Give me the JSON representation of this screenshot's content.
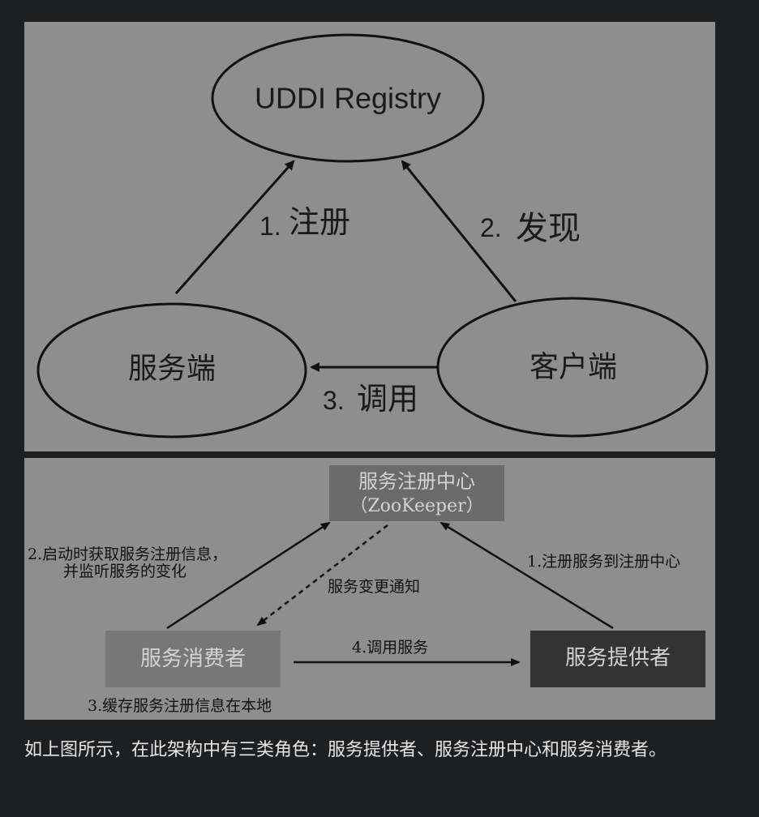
{
  "top_diagram": {
    "registry": "UDDI Registry",
    "server": "服务端",
    "client": "客户端",
    "step1_num": "1.",
    "step1_text": "注册",
    "step2_num": "2.",
    "step2_text": "发现",
    "step3_num": "3.",
    "step3_text": "调用"
  },
  "bottom_diagram": {
    "center_line1": "服务注册中心",
    "center_line2": "（ZooKeeper）",
    "consumer": "服务消费者",
    "provider": "服务提供者",
    "step2_line1": "2.启动时获取服务注册信息，",
    "step2_line2": "并监听服务的变化",
    "step1": "1.注册服务到注册中心",
    "notify": "服务变更通知",
    "step4": "4.调用服务",
    "step3": "3.缓存服务注册信息在本地"
  },
  "caption": "如上图所示，在此架构中有三类角色：服务提供者、服务注册中心和服务消费者。",
  "colors": {
    "page_bg": "#1e1f21",
    "diagram_bg": "#8e8e8e",
    "line": "#111111",
    "center_box": "#6b6b6b",
    "consumer_box": "#777777",
    "provider_box": "#333333",
    "box_text": "#d2d2d2",
    "caption_text": "#e6e6e6"
  }
}
